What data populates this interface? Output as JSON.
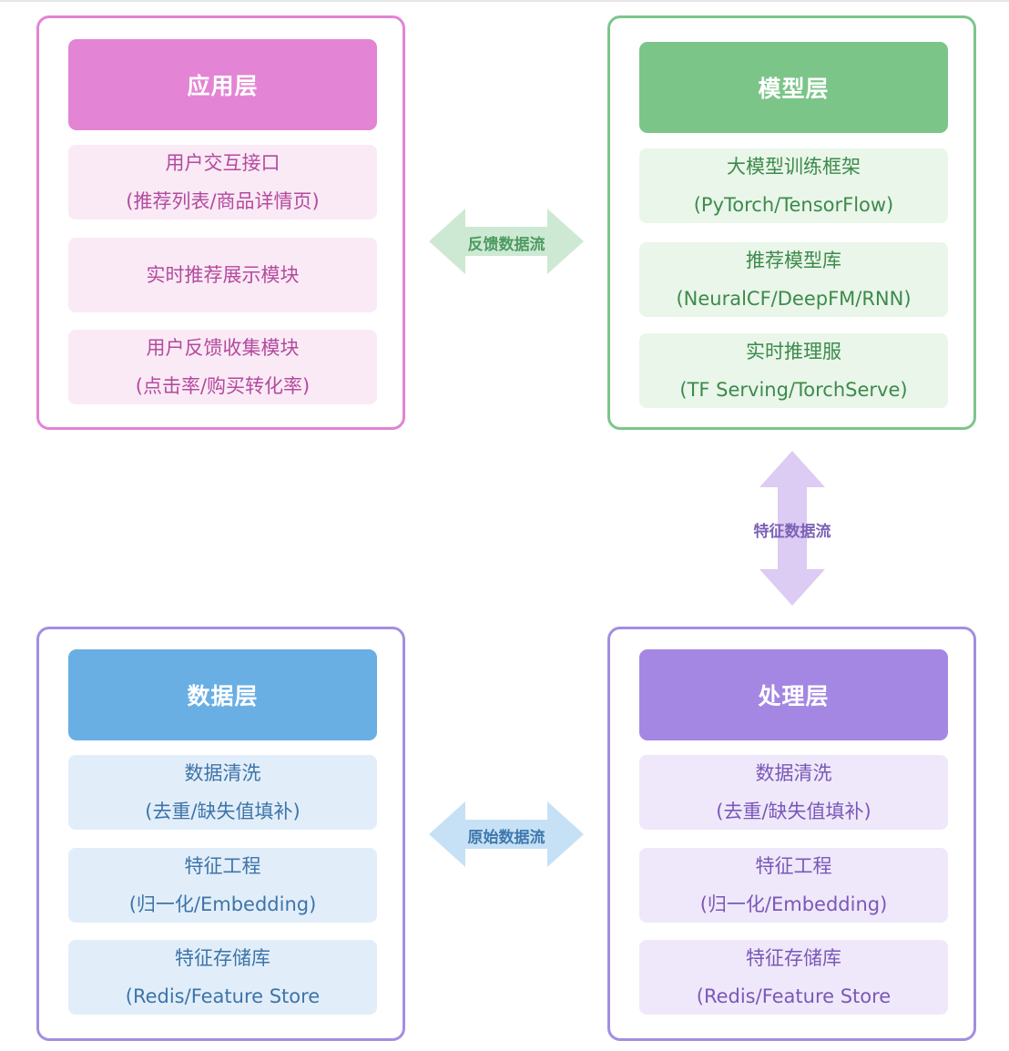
{
  "panels": {
    "application": {
      "title": "应用层",
      "items": [
        {
          "line1": "用户交互接口",
          "line2": "(推荐列表/商品详情页)"
        },
        {
          "line1": "实时推荐展示模块"
        },
        {
          "line1": "用户反馈收集模块",
          "line2": "(点击率/购买转化率)"
        }
      ]
    },
    "model": {
      "title": "模型层",
      "items": [
        {
          "line1": "大模型训练框架",
          "line2": "(PyTorch/TensorFlow)"
        },
        {
          "line1": "推荐模型库",
          "line2": "(NeuralCF/DeepFM/RNN)"
        },
        {
          "line1": "实时推理服",
          "line2": "(TF Serving/TorchServe)"
        }
      ]
    },
    "data": {
      "title": "数据层",
      "items": [
        {
          "line1": "数据清洗",
          "line2": "(去重/缺失值填补)"
        },
        {
          "line1": "特征工程",
          "line2": "(归一化/Embedding)"
        },
        {
          "line1": "特征存储库",
          "line2": "(Redis/Feature Store"
        }
      ]
    },
    "processing": {
      "title": "处理层",
      "items": [
        {
          "line1": "数据清洗",
          "line2": "(去重/缺失值填补)"
        },
        {
          "line1": "特征工程",
          "line2": "(归一化/Embedding)"
        },
        {
          "line1": "特征存储库",
          "line2": "(Redis/Feature Store"
        }
      ]
    }
  },
  "arrows": {
    "feedback": {
      "label": "反馈数据流",
      "color": "#cde9d3",
      "text_color": "#4d9a62"
    },
    "feature": {
      "label": "特征数据流",
      "color": "#dccbf3",
      "text_color": "#7c61b6"
    },
    "raw": {
      "label": "原始数据流",
      "color": "#c6e1f5",
      "text_color": "#3f78ad"
    }
  },
  "colors": {
    "application": "#e484d4",
    "model": "#7bc589",
    "data": "#69afe3",
    "processing": "#a487e2"
  }
}
